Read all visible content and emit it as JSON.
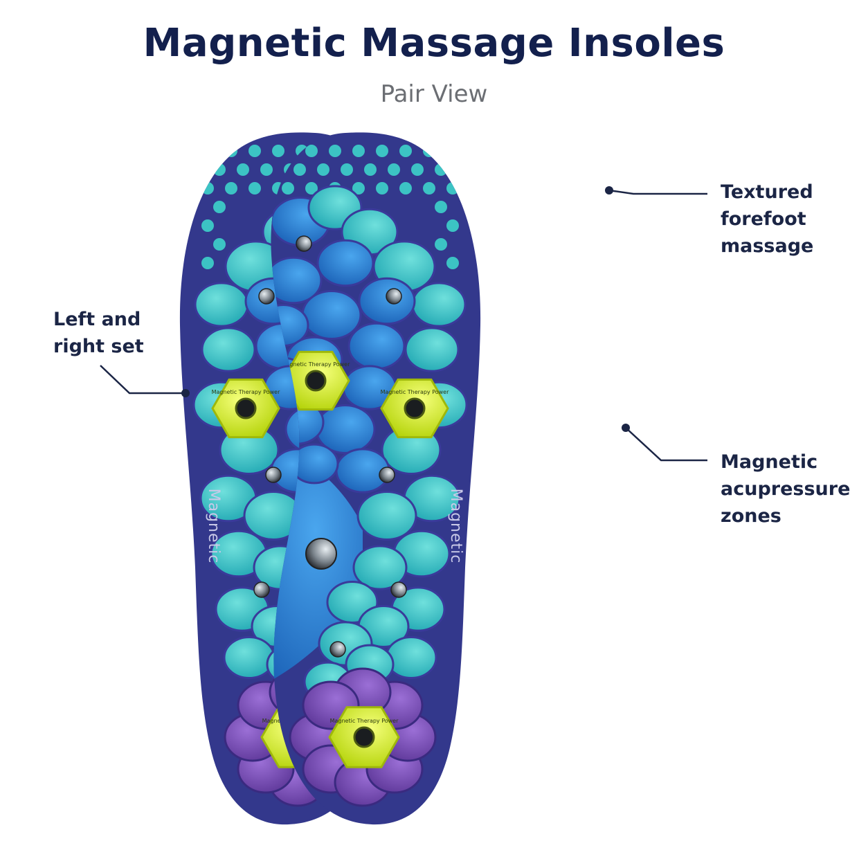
{
  "header": {
    "title": "Magnetic Massage Insoles",
    "subtitle": "Pair View"
  },
  "callouts": {
    "left_right": "Left and\nright set",
    "forefoot": "Textured\nforefoot\nmassage",
    "zones": "Magnetic\nacupressure\nzones"
  },
  "insole": {
    "brand_print": "Magnetic",
    "magnet_ring_text": "Magnetic Therapy Power"
  },
  "colors": {
    "title": "#13204d",
    "subtitle": "#6b6e73",
    "insole_base": "#33388c",
    "forefoot_dots": "#3cc3c4",
    "pod_teal": "#35c2c4",
    "pod_blue": "#2a86d6",
    "heel_purple": "#7d4fb8",
    "magnet_yellow": "#d8ee1c"
  }
}
